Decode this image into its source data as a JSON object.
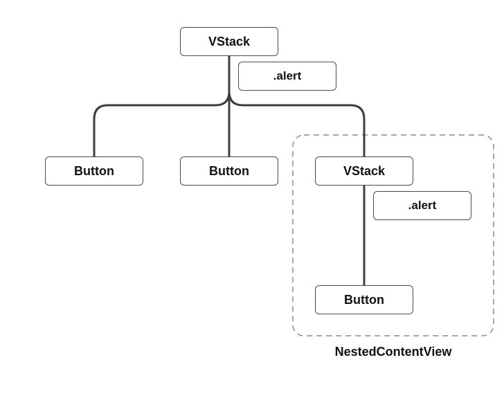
{
  "diagram": {
    "root": {
      "label": "VStack",
      "modifier": ".alert"
    },
    "children": [
      {
        "label": "Button"
      },
      {
        "label": "Button"
      },
      {
        "label": "VStack",
        "modifier": ".alert",
        "children": [
          {
            "label": "Button"
          }
        ]
      }
    ],
    "nested_group": {
      "label": "NestedContentView"
    },
    "colors": {
      "line": "#3d3d3d",
      "node_border": "#4a4a4a",
      "group_border": "#8a8a8a",
      "text": "#111111"
    }
  }
}
